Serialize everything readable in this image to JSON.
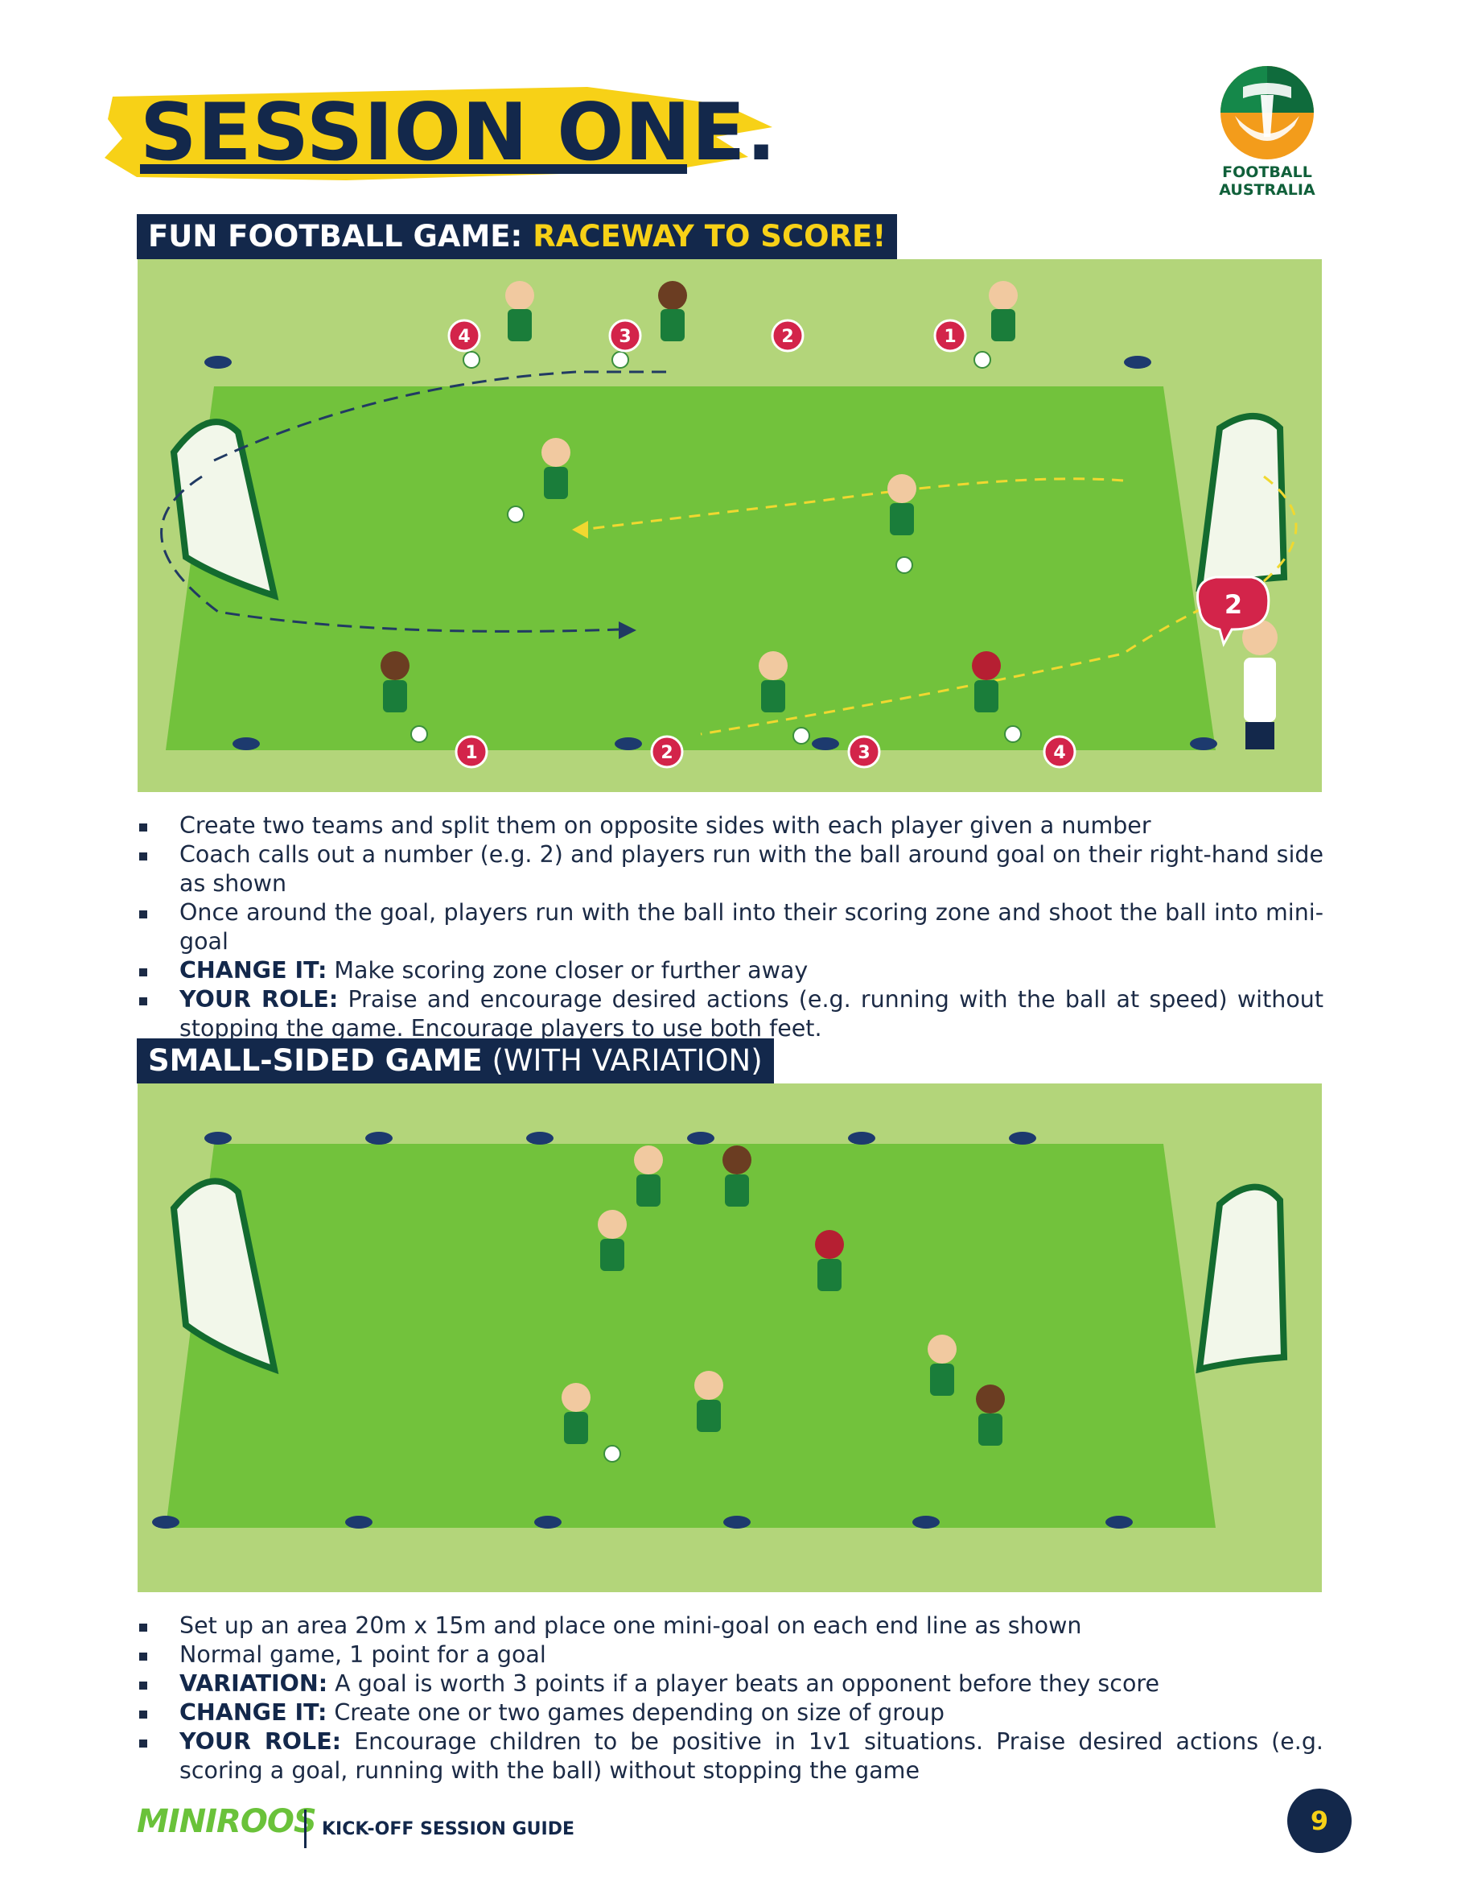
{
  "page": {
    "title": "SESSION ONE.",
    "logo_line1": "FOOTBALL",
    "logo_line2": "AUSTRALIA",
    "page_number": "9"
  },
  "section1": {
    "header_main": "FUN FOOTBALL GAME:",
    "header_highlight": "RACEWAY TO SCORE!",
    "diagram": {
      "top_numbers": [
        "4",
        "3",
        "2",
        "1"
      ],
      "bottom_numbers": [
        "1",
        "2",
        "3",
        "4"
      ],
      "coach_call": "2"
    },
    "bullets": [
      {
        "label": "",
        "text": "Create two teams and split them on opposite sides with each player given a number"
      },
      {
        "label": "",
        "text": "Coach calls out a number (e.g. 2) and players run with the ball around goal on their right-hand side as shown"
      },
      {
        "label": "",
        "text": "Once around the goal, players run with the ball into their scoring zone and shoot the ball into mini-goal"
      },
      {
        "label": "CHANGE IT:",
        "text": " Make scoring zone closer or further away"
      },
      {
        "label": "YOUR ROLE:",
        "text": " Praise and encourage desired actions (e.g. running with the ball at speed) without stopping the game. Encourage players to use both feet."
      }
    ]
  },
  "section2": {
    "header_main": "SMALL-SIDED GAME",
    "header_sub": " (WITH VARIATION)",
    "bullets": [
      {
        "label": "",
        "text": "Set up an area 20m x 15m and place one mini-goal on each end line as shown"
      },
      {
        "label": "",
        "text": "Normal game, 1 point for a goal"
      },
      {
        "label": "VARIATION:",
        "text": " A goal is worth 3 points if a player beats an opponent before they score"
      },
      {
        "label": "CHANGE IT:",
        "text": " Create one or two games depending on size of group"
      },
      {
        "label": "YOUR ROLE:",
        "text": " Encourage children to be positive in 1v1 situations. Praise desired actions (e.g. scoring a goal, running with the ball) without stopping the game"
      }
    ]
  },
  "footer": {
    "brand": "MINIROOS",
    "guide": "KICK-OFF SESSION GUIDE"
  },
  "colors": {
    "navy": "#13284b",
    "yellow": "#f7d117",
    "pitch_outer": "#b3d57a",
    "pitch_inner": "#72c23c",
    "marker_red": "#d3244a"
  }
}
